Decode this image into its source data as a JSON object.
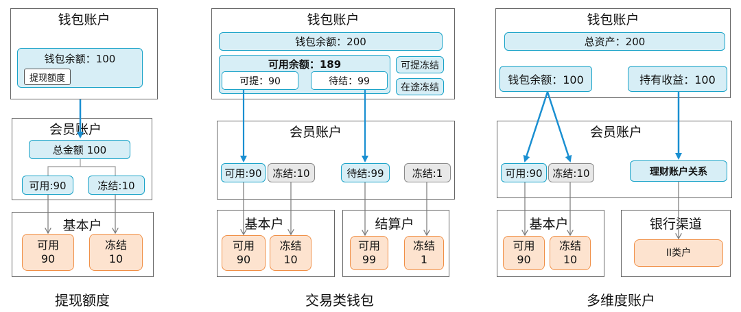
{
  "panel1": {
    "wallet_title": "钱包账户",
    "wallet_balance": "钱包余额：100",
    "withdraw_quota": "提现额度",
    "member_title": "会员账户",
    "total_amount": "总金额 100",
    "available": "可用:90",
    "frozen": "冻结:10",
    "basic_title": "基本户",
    "basic_available_label": "可用",
    "basic_available_value": "90",
    "basic_frozen_label": "冻结",
    "basic_frozen_value": "10",
    "caption": "提现额度"
  },
  "panel2": {
    "wallet_title": "钱包账户",
    "wallet_balance": "钱包余额：200",
    "usable_balance": "可用余额：189",
    "withdrawable": "可提：90",
    "pending": "待结：99",
    "withdrawable_frozen": "可提冻结",
    "in_transit_frozen": "在途冻结",
    "member_title": "会员账户",
    "available": "可用:90",
    "frozen": "冻结:10",
    "pending_settle": "待结:99",
    "frozen_small": "冻结:1",
    "basic_title": "基本户",
    "basic_available_label": "可用",
    "basic_available_value": "90",
    "basic_frozen_label": "冻结",
    "basic_frozen_value": "10",
    "settle_title": "结算户",
    "settle_available_label": "可用",
    "settle_available_value": "99",
    "settle_frozen_label": "冻结",
    "settle_frozen_value": "1",
    "caption": "交易类钱包"
  },
  "panel3": {
    "wallet_title": "钱包账户",
    "total_assets": "总资产：200",
    "wallet_balance": "钱包余额：100",
    "holding_income": "持有收益：100",
    "member_title": "会员账户",
    "available": "可用:90",
    "frozen": "冻结:10",
    "wealth_relation": "理财账户关系",
    "basic_title": "基本户",
    "basic_available_label": "可用",
    "basic_available_value": "90",
    "basic_frozen_label": "冻结",
    "basic_frozen_value": "10",
    "bank_title": "银行渠道",
    "class2_account": "II类户",
    "caption": "多维度账户"
  },
  "colors": {
    "blue_fill": "#d7eef6",
    "blue_border": "#1aa3c8",
    "arrow_blue": "#1a8fd1",
    "orange_fill": "#fde3cf",
    "orange_border": "#f08f46",
    "gray_fill": "#e8e8e8",
    "gray_border": "#8a8a8a"
  }
}
